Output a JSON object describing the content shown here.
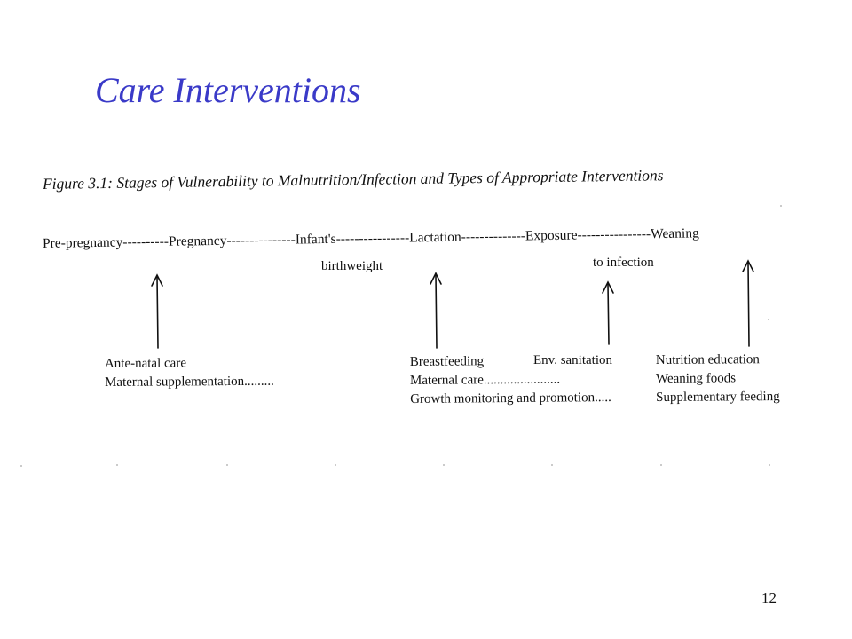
{
  "slide": {
    "title": "Care Interventions",
    "page_number": "12"
  },
  "figure": {
    "caption": "Figure 3.1: Stages of Vulnerability to Malnutrition/Infection and Types of Appropriate Interventions",
    "timeline": "Pre-pregnancy----------Pregnancy---------------Infant's----------------Lactation--------------Exposure----------------Weaning",
    "sublabels": {
      "infant": "birthweight",
      "exposure": "to infection"
    },
    "interventions": {
      "antenatal": {
        "line1": "Ante-natal care",
        "line2": "Maternal supplementation........."
      },
      "breastfeeding": {
        "line1": "Breastfeeding",
        "line2": "Maternal care.......................",
        "line3": "Growth monitoring and promotion....."
      },
      "sanitation": {
        "line1": "Env. sanitation"
      },
      "nutrition": {
        "line1": "Nutrition education",
        "line2": "Weaning foods",
        "line3": "Supplementary feeding"
      }
    }
  }
}
